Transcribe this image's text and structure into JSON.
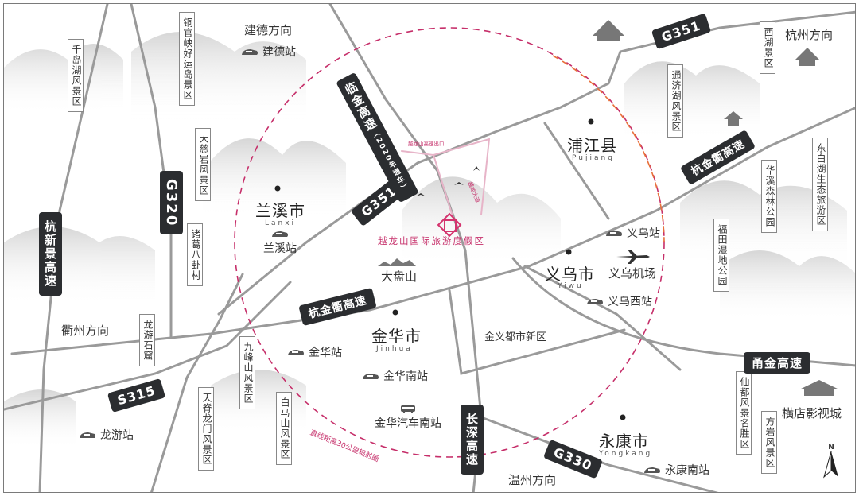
{
  "cities": [
    {
      "id": "lanxi",
      "name": "兰溪市",
      "pinyin": "Lanxi"
    },
    {
      "id": "pujiang",
      "name": "浦江县",
      "pinyin": "Pujiang"
    },
    {
      "id": "yiwu",
      "name": "义乌市",
      "pinyin": "Yiwu"
    },
    {
      "id": "jinhua",
      "name": "金华市",
      "pinyin": "Jinhua"
    },
    {
      "id": "yongkang",
      "name": "永康市",
      "pinyin": "Yongkang"
    }
  ],
  "directions": {
    "jiande": "建德方向",
    "hangzhou": "杭州方向",
    "quzhou": "衢州方向",
    "wenzhou": "温州方向"
  },
  "stations": {
    "jiande": "建德站",
    "lanxi": "兰溪站",
    "yiwu": "义乌站",
    "yiwu_west": "义乌西站",
    "jinhua": "金华站",
    "jinhua_south": "金华南站",
    "jinhua_bus": "金华汽车南站",
    "longyou": "龙游站",
    "yongkang_south": "永康南站"
  },
  "places": {
    "yiwu_airport": "义乌机场",
    "dapanshan": "大盘山",
    "jinyi_district": "金义都市新区",
    "hengdian": "横店影视城",
    "resort": "越龙山国际旅游度假区",
    "exit": "越龙山高速出口",
    "avenue": "越龙大道",
    "radius": "直线距离30公里辐射圈"
  },
  "scenic": {
    "qiandao": "千岛湖风景区",
    "tongguanxia": "铜官峡好运岛景区",
    "daciyan": "大慈岩风景区",
    "zhuge": "诸葛八卦村",
    "longyou_grotto": "龙游石窟",
    "jiufeng": "九峰山风景区",
    "tianji": "天脊龙门风景区",
    "baima": "白马山风景区",
    "tongji": "通济湖风景区",
    "xihu": "西湖景区",
    "huaxi": "华溪森林公园",
    "futian": "福田湿地公园",
    "dongbai": "东白湖生态旅游区",
    "xiandu": "仙都风景名胜区",
    "fangyan": "方岩风景区"
  },
  "roads": {
    "g351_top": "G351",
    "g351_mid": "G351",
    "g320": "G320",
    "s315": "S315",
    "g330": "G330",
    "linjin": "临金高速",
    "linjin_note": "（2020年通车）",
    "hangjinqu_left": "杭金衢高速",
    "hangjinqu_right": "杭金衢高速",
    "hangxinjing": "杭新景高速",
    "yongjin": "甬金高速",
    "changshen": "长深高速"
  },
  "north_label": "N",
  "colors": {
    "radius_circle": "#c62f6a",
    "radius_arc_top": "#e8703a",
    "shield": "#2b2d30",
    "road": "#9a9a9a",
    "resort": "#d4336e"
  }
}
